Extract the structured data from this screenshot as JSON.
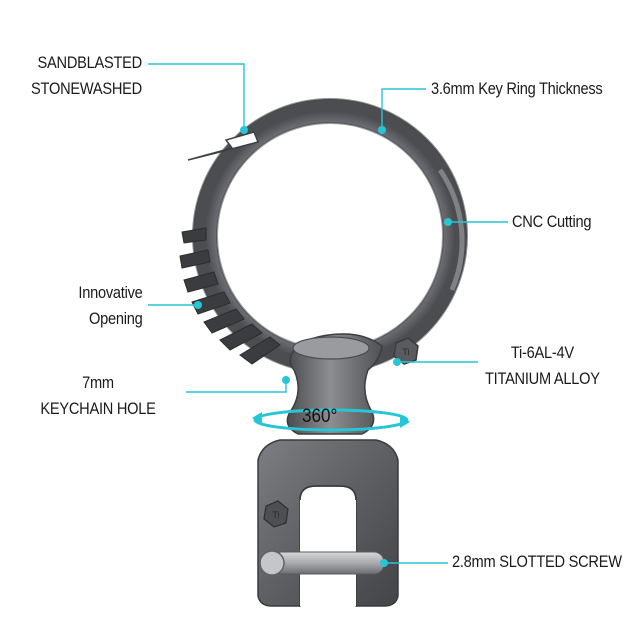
{
  "labels": {
    "sandblasted": [
      "SANDBLASTED",
      "STONEWASHED"
    ],
    "thickness": "3.6mm Key Ring Thickness",
    "cnc": "CNC Cutting",
    "innovative": [
      "Innovative",
      "Opening"
    ],
    "alloy": [
      "Ti-6AL-4V",
      "TITANIUM ALLOY"
    ],
    "hole": [
      "7mm",
      "KEYCHAIN HOLE"
    ],
    "rotation": "360°",
    "screw": "2.8mm SLOTTED SCREW"
  },
  "logo_mark": "Ti",
  "colors": {
    "accent": "#27c6d6",
    "metal_dark": "#56575b",
    "metal_light": "#8c8d91",
    "text": "#1a1a1a"
  }
}
